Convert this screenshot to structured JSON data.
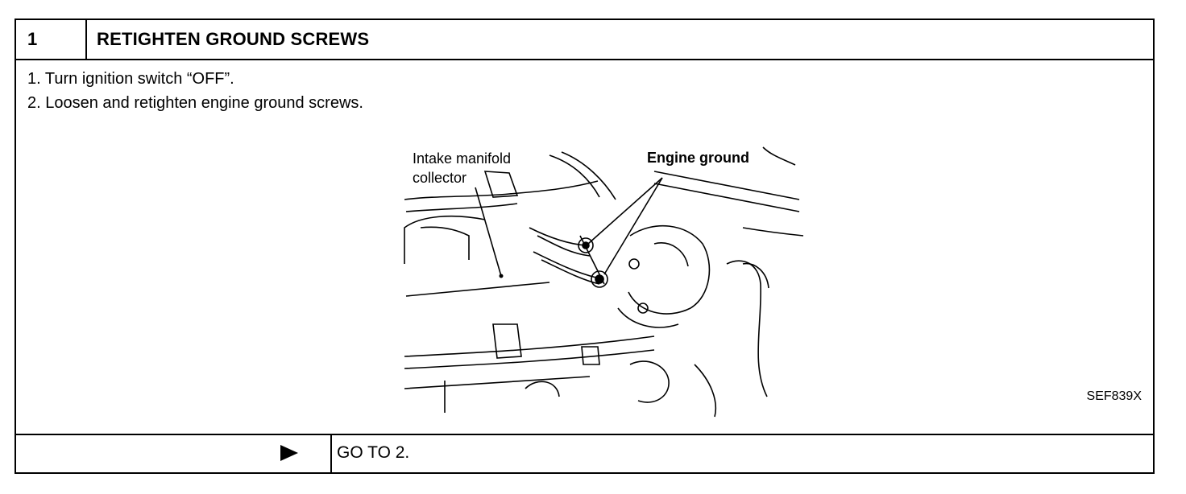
{
  "header": {
    "number": "1",
    "title": "RETIGHTEN GROUND SCREWS"
  },
  "steps": [
    "1.  Turn ignition switch “OFF”.",
    "2.  Loosen and retighten engine ground screws."
  ],
  "figure": {
    "label_intake_line1": "Intake manifold",
    "label_intake_line2": "collector",
    "label_engine_ground": "Engine ground",
    "code": "SEF839X"
  },
  "footer": {
    "goto": "GO TO 2."
  },
  "icons": {
    "next": "arrow-right-icon"
  }
}
